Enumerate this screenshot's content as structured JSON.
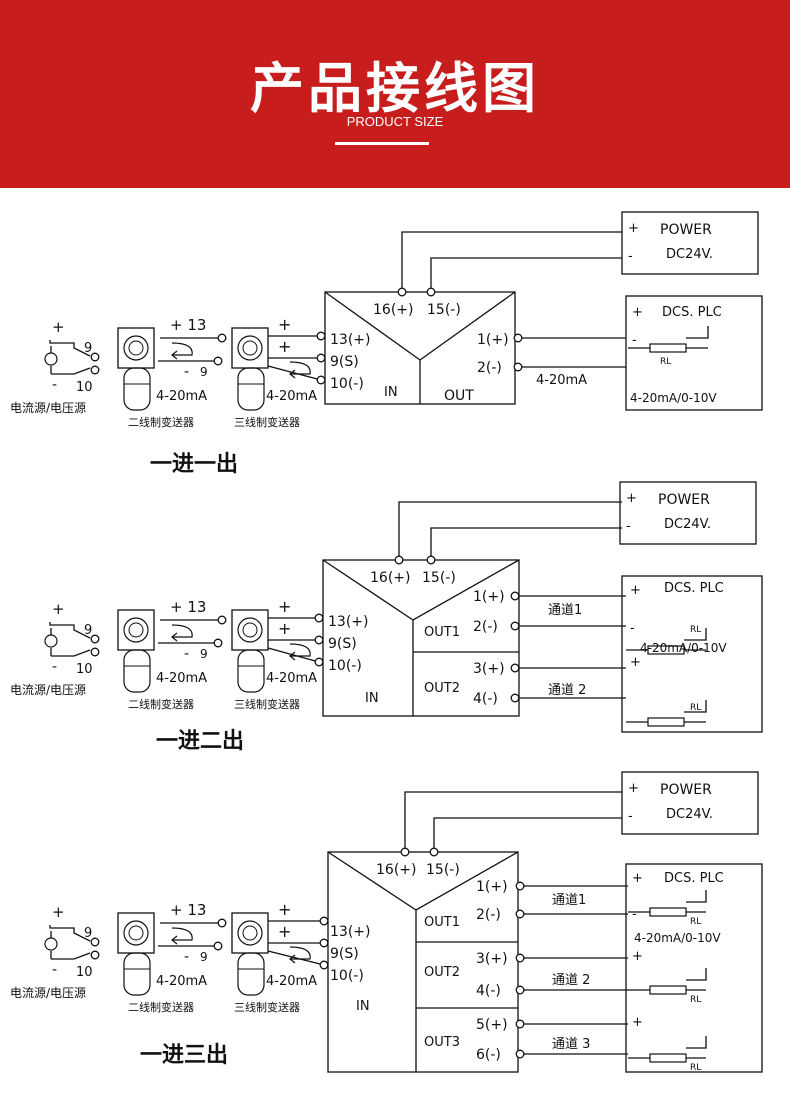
{
  "header": {
    "title": "产品接线图",
    "subtitle": "PRODUCT SIZE"
  },
  "colors": {
    "banner": "#c81d1d",
    "line": "#111111"
  },
  "common": {
    "power": "POWER",
    "dc": "DC24V.",
    "plus": "+",
    "minus": "-",
    "dcs": "DCS. PLC",
    "rl": "RL",
    "range": "4-20mA/0-10V",
    "t16": "16(+)",
    "t15": "15(-)",
    "t13": "13(+)",
    "t9s": "9(S)",
    "t10": "10(-)",
    "in": "IN",
    "src9": "9",
    "src10": "10",
    "src_caption": "电流源/电压源",
    "plus13": "+ 13",
    "nine": "9",
    "ma": "4-20mA",
    "two_wire": "二线制变送器",
    "three_wire": "三线制变送器"
  },
  "diagrams": [
    {
      "caption": "一进一出",
      "out_label": "OUT",
      "signal": "4-20mA",
      "t1": "1(+)",
      "t2": "2(-)"
    },
    {
      "caption": "一进二出",
      "outs": [
        {
          "label": "OUT1",
          "pos": "1(+)",
          "neg": "2(-)",
          "channel": "通道1"
        },
        {
          "label": "OUT2",
          "pos": "3(+)",
          "neg": "4(-)",
          "channel": "通道 2"
        }
      ]
    },
    {
      "caption": "一进三出",
      "outs": [
        {
          "label": "OUT1",
          "pos": "1(+)",
          "neg": "2(-)",
          "channel": "通道1"
        },
        {
          "label": "OUT2",
          "pos": "3(+)",
          "neg": "4(-)",
          "channel": "通道 2"
        },
        {
          "label": "OUT3",
          "pos": "5(+)",
          "neg": "6(-)",
          "channel": "通道 3"
        }
      ]
    }
  ]
}
